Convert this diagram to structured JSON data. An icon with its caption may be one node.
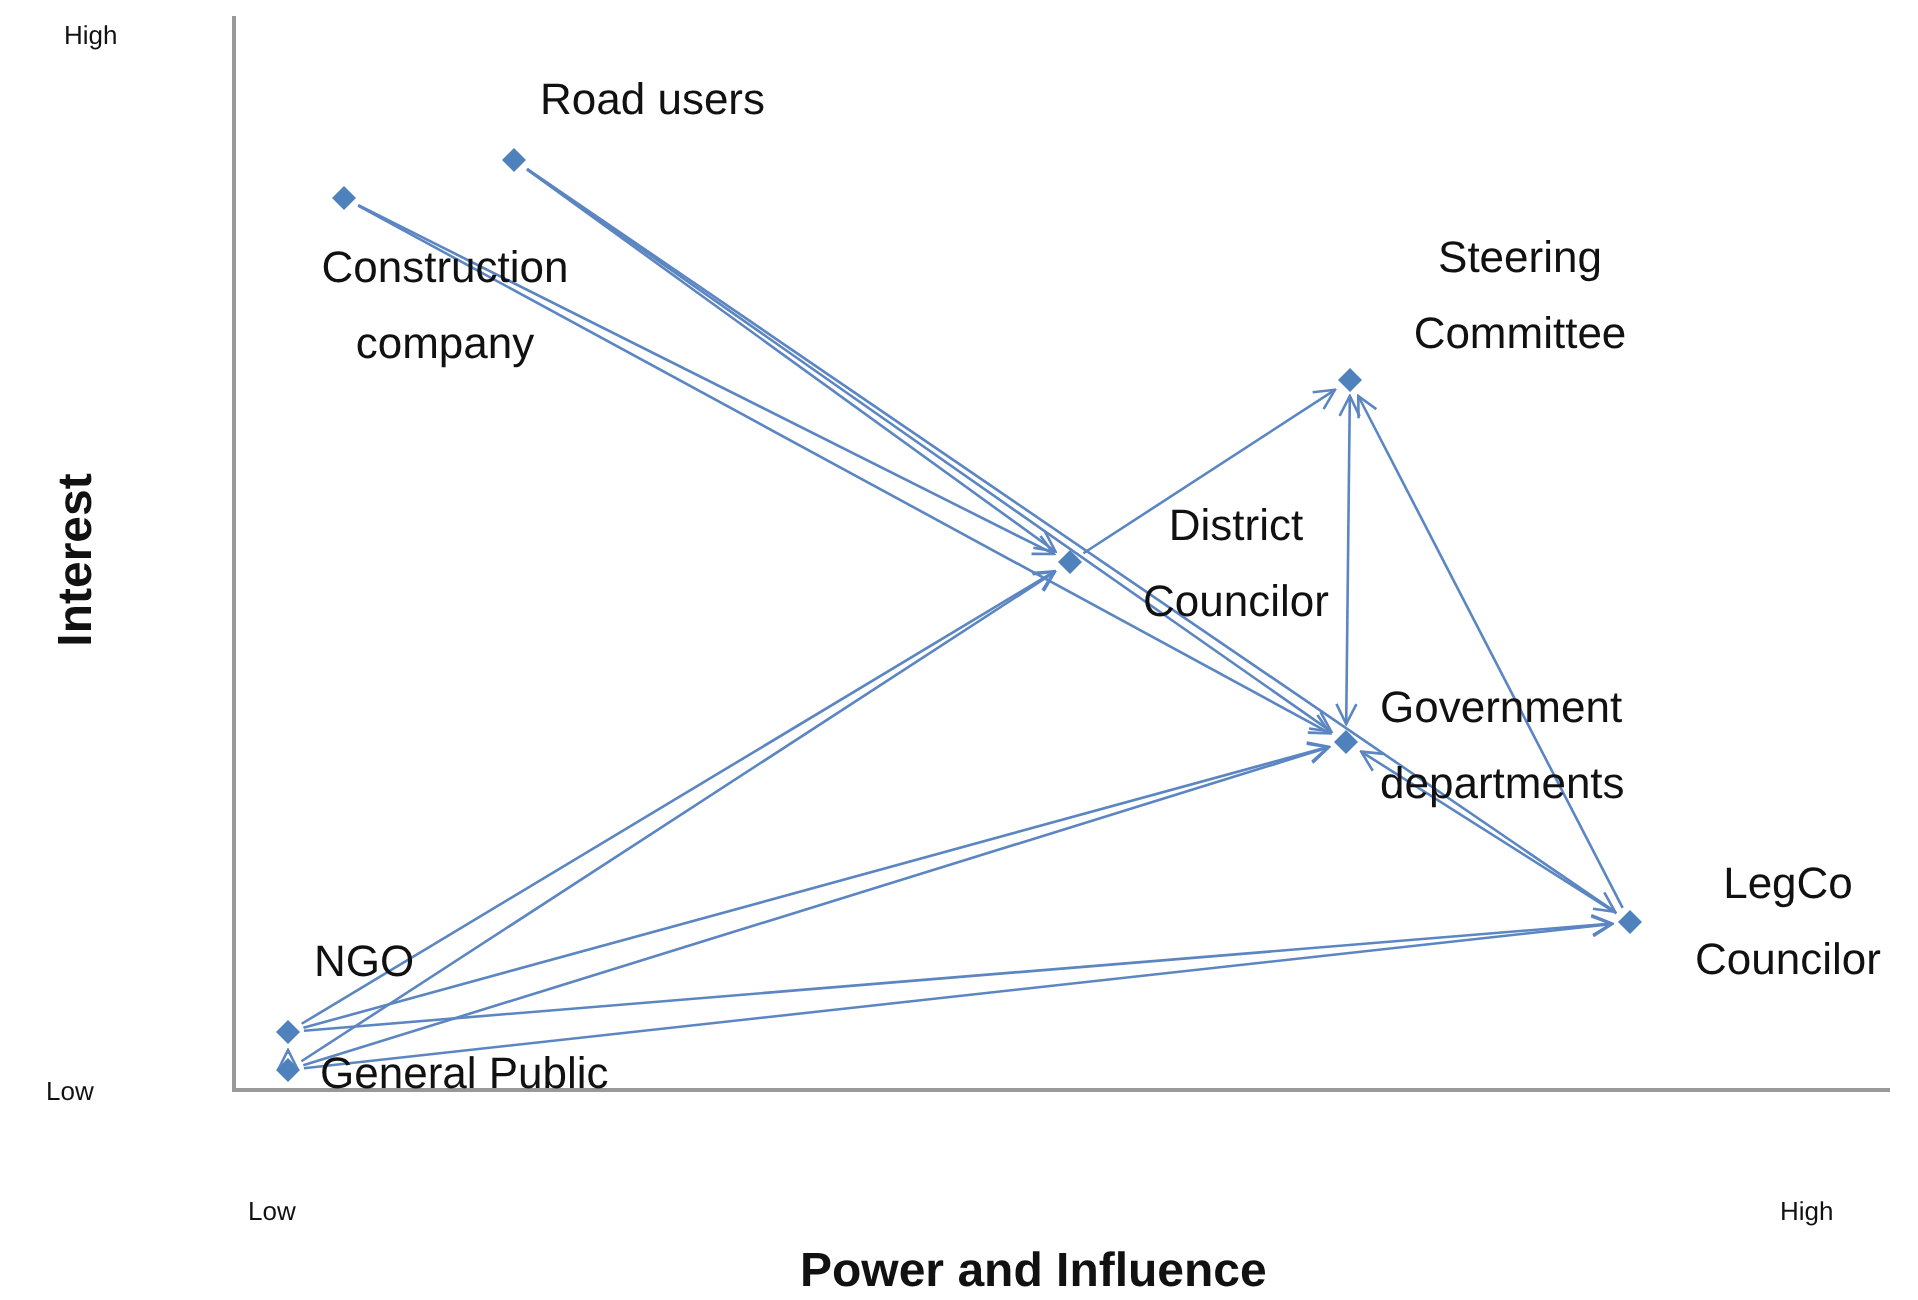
{
  "diagram": {
    "nodes": [
      {
        "text": [
          "Road users"
        ]
      },
      {
        "text": [
          "Construction company"
        ]
      },
      {
        "text": [
          "Steering Committee"
        ]
      },
      {
        "text": [
          "District Councilor"
        ]
      },
      {
        "text": [
          "Government departments"
        ]
      },
      {
        "text": [
          "LegCo Councilor"
        ]
      },
      {
        "text": [
          "NGO"
        ]
      },
      {
        "text": [
          "General Public"
        ]
      }
    ],
    "edges": [
      {
        "from": 0,
        "to": 3,
        "arrow": "to"
      },
      {
        "from": 0,
        "to": 4,
        "arrow": "to"
      },
      {
        "from": 0,
        "to": 5,
        "arrow": "to"
      },
      {
        "from": 1,
        "to": 3,
        "arrow": "to"
      },
      {
        "from": 1,
        "to": 4,
        "arrow": "to"
      },
      {
        "from": 3,
        "to": 2,
        "arrow": "to"
      },
      {
        "from": 2,
        "to": 4,
        "arrow": "both"
      },
      {
        "from": 5,
        "to": 2,
        "arrow": "to"
      },
      {
        "from": 5,
        "to": 4,
        "arrow": "to"
      },
      {
        "from": 6,
        "to": 3,
        "arrow": "to"
      },
      {
        "from": 7,
        "to": 3,
        "arrow": "to"
      },
      {
        "from": 6,
        "to": 4,
        "arrow": "to"
      },
      {
        "from": 7,
        "to": 4,
        "arrow": "to"
      },
      {
        "from": 6,
        "to": 5,
        "arrow": "to"
      },
      {
        "from": 7,
        "to": 5,
        "arrow": "to"
      },
      {
        "from": 7,
        "to": 6,
        "arrow": "to"
      }
    ],
    "labels": [
      "High",
      "Interest",
      "Low",
      "Low",
      "High",
      "Power and Influence"
    ]
  }
}
